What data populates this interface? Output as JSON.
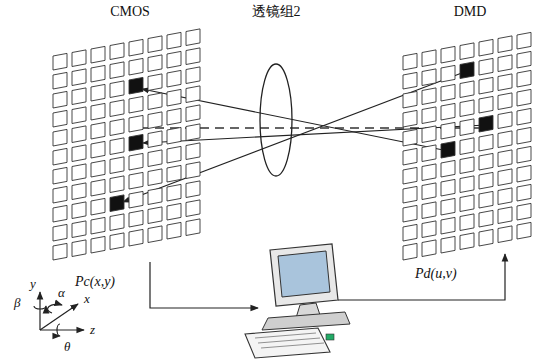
{
  "diagram": {
    "nodes": [
      {
        "text": [
          "CMOS",
          "Pc(x,y)"
        ]
      },
      {
        "text": [
          "透镜组2"
        ]
      },
      {
        "text": [
          "DMD",
          "Pd(u,v)"
        ]
      }
    ],
    "labels": [
      "y",
      "β",
      "α",
      "x",
      "θ",
      "z"
    ]
  }
}
